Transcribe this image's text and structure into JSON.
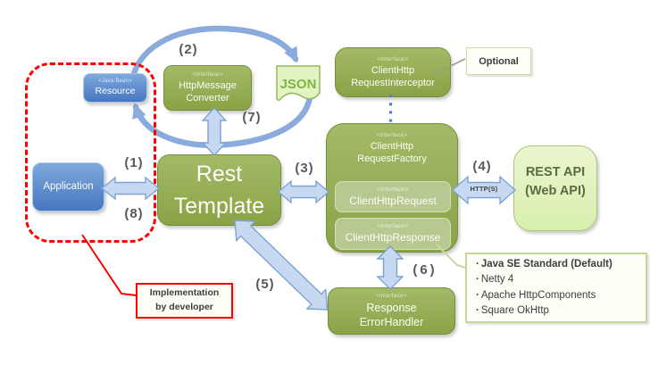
{
  "nodes": {
    "resource": {
      "stereotype": "<Java Bean>",
      "label": "Resource"
    },
    "application": {
      "label": "Application"
    },
    "rest_template": {
      "line1": "Rest",
      "line2": "Template"
    },
    "converter": {
      "stereotype": "<interface>",
      "line1": "HttpMessage",
      "line2": "Converter"
    },
    "interceptor": {
      "stereotype": "<interface>",
      "line1": "ClientHttp",
      "line2": "RequestInterceptor"
    },
    "factory": {
      "stereotype": "<interface>",
      "line1": "ClientHttp",
      "line2": "RequestFactory"
    },
    "client_request": {
      "stereotype": "<interface>",
      "label": "ClientHttpRequest"
    },
    "client_response": {
      "stereotype": "<interface>",
      "label": "ClientHttpResponse"
    },
    "error_handler": {
      "stereotype": "<interface>",
      "line1": "Response",
      "line2": "ErrorHandler"
    },
    "rest_api": {
      "line1": "REST API",
      "line2": "(Web API)"
    }
  },
  "steps": {
    "s1": "(1)",
    "s2": "(2)",
    "s3": "(3)",
    "s4": "(4)",
    "s5": "(5)",
    "s6": "(6)",
    "s7": "(7)",
    "s8": "(8)"
  },
  "badges": {
    "json": "JSON",
    "optional": "Optional",
    "http": "HTTP(S)"
  },
  "factory_implementations": {
    "bullet": "·",
    "items": [
      "Java SE Standard (Default)",
      "Netty 4",
      "Apache HttpComponents",
      "Square OkHttp"
    ]
  },
  "developer_note": {
    "line1": "Implementation",
    "line2": "by developer"
  },
  "colors": {
    "green_box": "#92ab4e",
    "inner_box": "#b7c991",
    "blue_box": "#4e81c8",
    "arrow_fill": "#c6d9f0",
    "arrow_stroke": "#7da3d6",
    "accent_red": "#ff0000",
    "json_green": "#7ab648",
    "rest_api_fill": "#ddf0b4",
    "step_label_gray": "#595959"
  }
}
